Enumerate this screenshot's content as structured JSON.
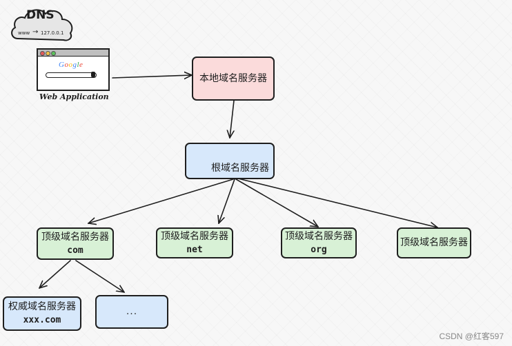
{
  "badge": {
    "title": "DNS",
    "www": "www",
    "ip": "127.0.0.1"
  },
  "browser": {
    "logo_letters": [
      "G",
      "o",
      "o",
      "g",
      "l",
      "e"
    ],
    "logo_colors": [
      "#4285f4",
      "#ea4335",
      "#fbbc05",
      "#4285f4",
      "#34a853",
      "#ea4335"
    ],
    "caption": "Web Application"
  },
  "nodes": {
    "local": {
      "label": "本地域名服务器",
      "color": "#fbdbdb"
    },
    "root": {
      "label": "根域名服务器",
      "color": "#d7e8fb"
    },
    "tld_com": {
      "label": "顶级域名服务器",
      "sub": "com",
      "color": "#d8f1d6"
    },
    "tld_net": {
      "label": "顶级域名服务器",
      "sub": "net",
      "color": "#d8f1d6"
    },
    "tld_org": {
      "label": "顶级域名服务器",
      "sub": "org",
      "color": "#d8f1d6"
    },
    "tld_other": {
      "label": "顶级域名服务器",
      "color": "#d8f1d6"
    },
    "auth": {
      "label": "权威域名服务器",
      "sub": "xxx.com",
      "color": "#d7e8fb"
    },
    "more": {
      "label": "...",
      "color": "#d7e8fb"
    }
  },
  "edges": [
    {
      "from": "browser",
      "to": "local"
    },
    {
      "from": "local",
      "to": "root"
    },
    {
      "from": "root",
      "to": "tld_com"
    },
    {
      "from": "root",
      "to": "tld_net"
    },
    {
      "from": "root",
      "to": "tld_org"
    },
    {
      "from": "root",
      "to": "tld_other"
    },
    {
      "from": "tld_com",
      "to": "auth"
    },
    {
      "from": "tld_com",
      "to": "more"
    }
  ],
  "watermark": "CSDN @红客597"
}
